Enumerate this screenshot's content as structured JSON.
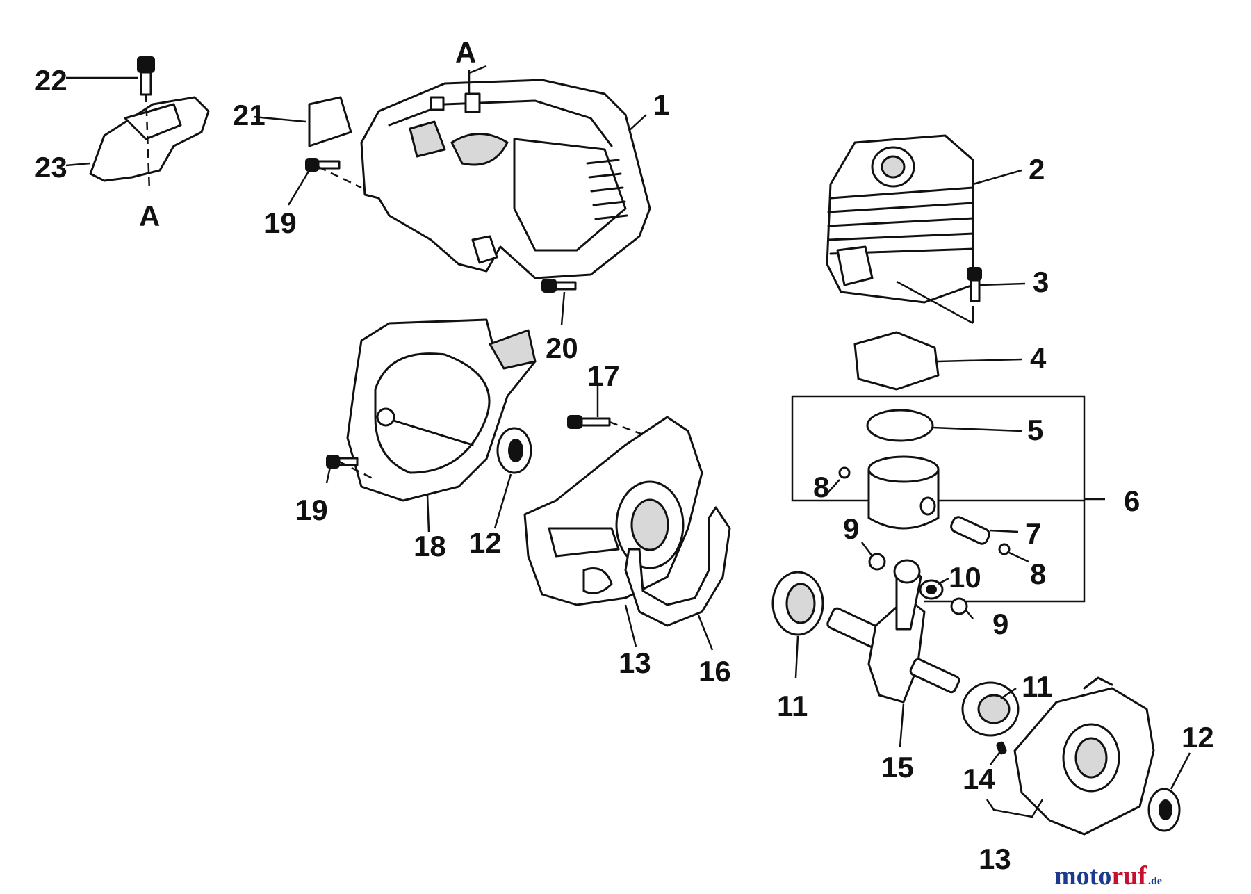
{
  "diagram": {
    "section_marks": [
      "A",
      "A"
    ],
    "callouts": [
      {
        "id": "c1",
        "label": "1"
      },
      {
        "id": "c2",
        "label": "2"
      },
      {
        "id": "c3",
        "label": "3"
      },
      {
        "id": "c4",
        "label": "4"
      },
      {
        "id": "c5",
        "label": "5"
      },
      {
        "id": "c6",
        "label": "6"
      },
      {
        "id": "c7",
        "label": "7"
      },
      {
        "id": "c8a",
        "label": "8"
      },
      {
        "id": "c8b",
        "label": "8"
      },
      {
        "id": "c9a",
        "label": "9"
      },
      {
        "id": "c9b",
        "label": "9"
      },
      {
        "id": "c10",
        "label": "10"
      },
      {
        "id": "c11a",
        "label": "11"
      },
      {
        "id": "c11b",
        "label": "11"
      },
      {
        "id": "c12a",
        "label": "12"
      },
      {
        "id": "c12b",
        "label": "12"
      },
      {
        "id": "c13a",
        "label": "13"
      },
      {
        "id": "c13b",
        "label": "13"
      },
      {
        "id": "c14",
        "label": "14"
      },
      {
        "id": "c15",
        "label": "15"
      },
      {
        "id": "c16",
        "label": "16"
      },
      {
        "id": "c17",
        "label": "17"
      },
      {
        "id": "c18",
        "label": "18"
      },
      {
        "id": "c19a",
        "label": "19"
      },
      {
        "id": "c19b",
        "label": "19"
      },
      {
        "id": "c20",
        "label": "20"
      },
      {
        "id": "c21",
        "label": "21"
      },
      {
        "id": "c22",
        "label": "22"
      },
      {
        "id": "c23",
        "label": "23"
      }
    ]
  },
  "watermark": {
    "brand_main": "motoruf",
    "brand_suffix": ".de",
    "colors": {
      "moto": "#1a3a8f",
      "ruf": "#c8102e"
    }
  }
}
